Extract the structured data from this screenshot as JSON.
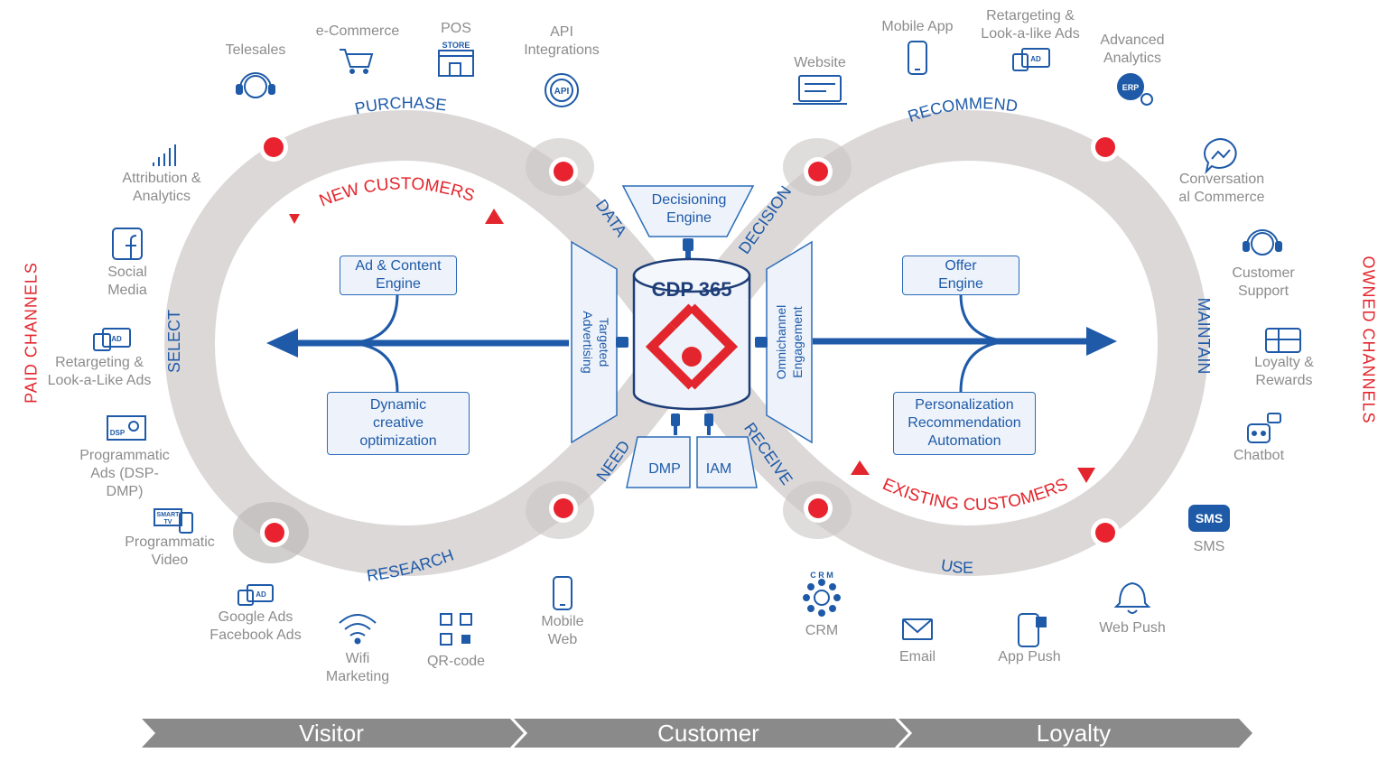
{
  "stages": [
    "Visitor",
    "Customer",
    "Loyalty"
  ],
  "side_labels": {
    "left": "PAID CHANNELS",
    "right": "OWNED CHANNELS"
  },
  "loop_labels": {
    "purchase": "PURCHASE",
    "select": "SELECT",
    "research": "RESEARCH",
    "need": "NEED",
    "data": "DATA",
    "decision": "DECISION",
    "recommend": "RECOMMEND",
    "maintain": "MAINTAIN",
    "use": "USE",
    "receive": "RECEIVE"
  },
  "segments": {
    "new": "NEW CUSTOMERS",
    "existing": "EXISTING CUSTOMERS"
  },
  "center": {
    "title": "CDP 365",
    "decisioning": "Decisioning\nEngine",
    "targeted": "Targeted\nAdvertising",
    "omnichannel": "Omnichannel\nEngagement",
    "dmp": "DMP",
    "iam": "IAM"
  },
  "engines": {
    "ad_content": "Ad & Content\nEngine",
    "dco": "Dynamic\ncreative\noptimization",
    "offer": "Offer\nEngine",
    "personalization": "Personalization\nRecommendation\nAutomation"
  },
  "icon_texts": {
    "store": "STORE",
    "api": "API",
    "erp": "ERP",
    "ad": "AD",
    "dsp": "DSP",
    "tv": "SMART\nTV",
    "sms": "SMS",
    "crm": "C R M"
  },
  "channels": {
    "telesales": "Telesales",
    "ecommerce": "e-Commerce",
    "pos": "POS",
    "api": "API\nIntegrations",
    "attribution": "Attribution &\nAnalytics",
    "social": "Social\nMedia",
    "retargeting_left": "Retargeting &\nLook-a-Like Ads",
    "programmatic_ads": "Programmatic\nAds (DSP-\nDMP)",
    "programmatic_video": "Programmatic\nVideo",
    "google_fb": "Google Ads\nFacebook Ads",
    "wifi": "Wifi\nMarketing",
    "qr": "QR-code",
    "mobile_web": "Mobile\nWeb",
    "website": "Website",
    "mobile_app": "Mobile App",
    "retargeting_right": "Retargeting &\nLook-a-like Ads",
    "advanced_analytics": "Advanced\nAnalytics",
    "conversational": "Conversation\nal Commerce",
    "customer_support": "Customer\nSupport",
    "loyalty": "Loyalty &\nRewards",
    "chatbot": "Chatbot",
    "sms": "SMS",
    "web_push": "Web Push",
    "app_push": "App Push",
    "email": "Email",
    "crm": "CRM"
  },
  "colors": {
    "blue": "#1e5aa8",
    "red": "#e3262d",
    "gray": "#8c8c8c",
    "ring": "#dcd8d8",
    "dot": "#e8232f",
    "banner": "#8a8a8a"
  }
}
